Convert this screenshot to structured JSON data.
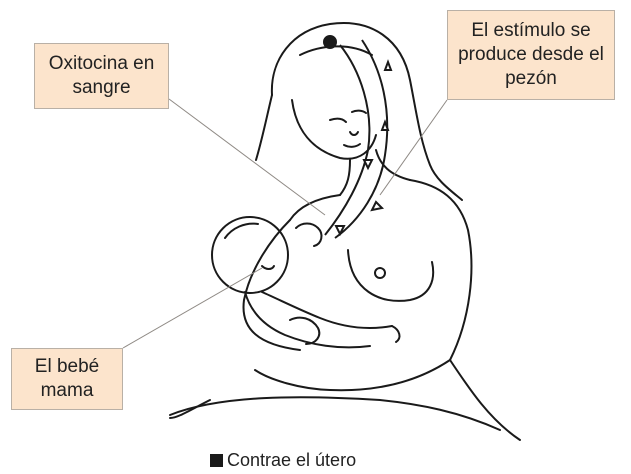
{
  "callouts": {
    "oxitocina": "Oxitocina en\nsangre",
    "estimulo": "El estímulo se\nproduce desde el\npezón",
    "bebe": "El bebé\nmama"
  },
  "legend": {
    "label": "Contrae el útero",
    "swatch_color": "#1a1a1a"
  },
  "colors": {
    "callout_fill": "#fce4cc",
    "callout_border": "#b9b0a6",
    "line_art": "#1a1a1a"
  }
}
